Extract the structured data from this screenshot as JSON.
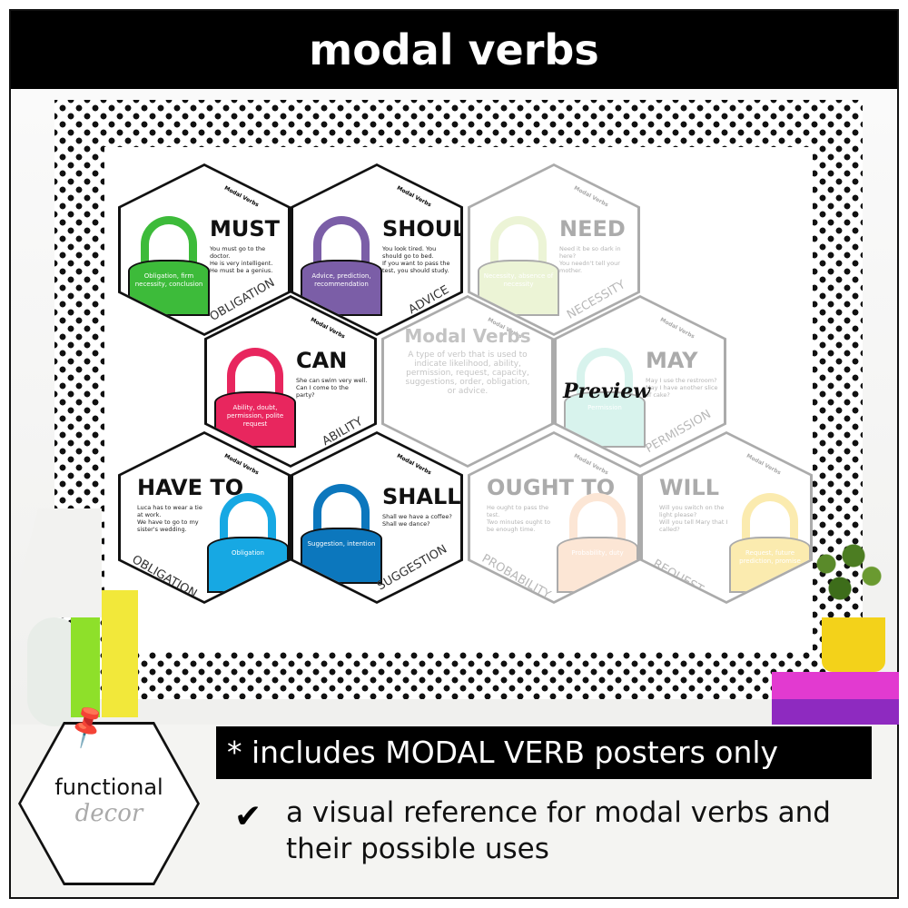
{
  "header": {
    "title": "modal verbs"
  },
  "colors": {
    "must": "#3dbb3a",
    "should": "#7b5ea7",
    "need": "#c9df8a",
    "can": "#e8265e",
    "may": "#8fdccb",
    "have_to": "#17a8e3",
    "shall": "#0c77bd",
    "ought_to": "#f5b787",
    "will": "#f3c61a"
  },
  "posters": [
    {
      "word": "MUST",
      "tag": "Modal Verbs",
      "examples": [
        "You must go to the doctor.",
        "He is very intelligent. He must be a genius."
      ],
      "uses": "Obligation, firm necessity, conclusion",
      "category": "OBLIGATION"
    },
    {
      "word": "SHOULD",
      "tag": "Modal Verbs",
      "examples": [
        "You look tired. You should go to bed.",
        "If you want to pass the test, you should study."
      ],
      "uses": "Advice, prediction, recommendation",
      "category": "ADVICE"
    },
    {
      "word": "NEED",
      "tag": "Modal Verbs",
      "examples": [
        "Need it be so dark in here?",
        "You needn't tell your mother."
      ],
      "uses": "Necessity, absence of necessity",
      "category": "NECESSITY"
    },
    {
      "word": "CAN",
      "tag": "Modal Verbs",
      "examples": [
        "She can swim very well.",
        "Can I come to the party?"
      ],
      "uses": "Ability, doubt, permission, polite request",
      "category": "ABILITY"
    },
    {
      "word": "MAY",
      "tag": "Modal Verbs",
      "examples": [
        "May I use the restroom?",
        "May I have another slice of cake?"
      ],
      "uses": "Permission",
      "category": "PERMISSION"
    },
    {
      "word": "HAVE TO",
      "tag": "Modal Verbs",
      "examples": [
        "Luca has to wear a tie at work.",
        "We have to go to my sister's wedding."
      ],
      "uses": "Obligation",
      "category": "OBLIGATION"
    },
    {
      "word": "SHALL",
      "tag": "Modal Verbs",
      "examples": [
        "Shall we have a coffee?",
        "Shall we dance?"
      ],
      "uses": "Suggestion, intention",
      "category": "SUGGESTION"
    },
    {
      "word": "OUGHT TO",
      "tag": "Modal Verbs",
      "examples": [
        "He ought to pass the test.",
        "Two minutes ought to be enough time."
      ],
      "uses": "Probability, duty",
      "category": "PROBABILITY"
    },
    {
      "word": "WILL",
      "tag": "Modal Verbs",
      "examples": [
        "Will you switch on the light please?",
        "Will you tell Mary that I called?"
      ],
      "uses": "Request, future prediction, promise",
      "category": "REQUEST"
    }
  ],
  "intro": {
    "tag": "Modal Verbs",
    "title": "Modal Verbs",
    "text": "A type of verb that is used to indicate likelihood, ability, permission, request, capacity, suggestions, order, obligation, or advice."
  },
  "watermark": "Preview",
  "banner": "* includes MODAL VERB posters only",
  "description": "a visual reference for modal verbs and their possible uses",
  "logo": {
    "line1": "functional",
    "line2": "decor"
  }
}
